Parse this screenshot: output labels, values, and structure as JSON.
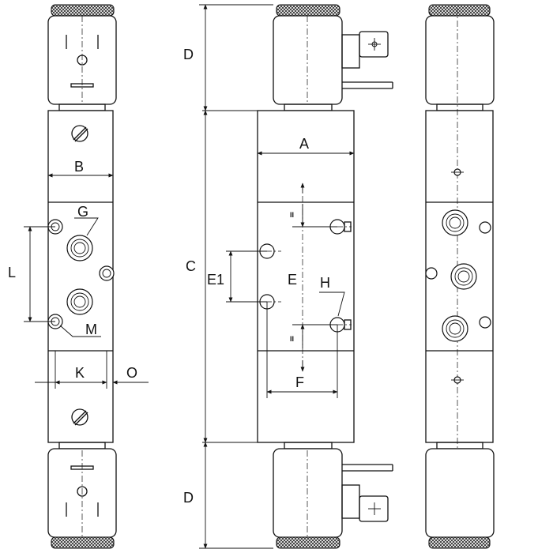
{
  "labels": {
    "A": "A",
    "B": "B",
    "C": "C",
    "D_top": "D",
    "D_bottom": "D",
    "E": "E",
    "E1": "E1",
    "F": "F",
    "G": "G",
    "H": "H",
    "K": "K",
    "L": "L",
    "M": "M",
    "O": "O",
    "tick_top": "II",
    "tick_bottom": "II"
  }
}
